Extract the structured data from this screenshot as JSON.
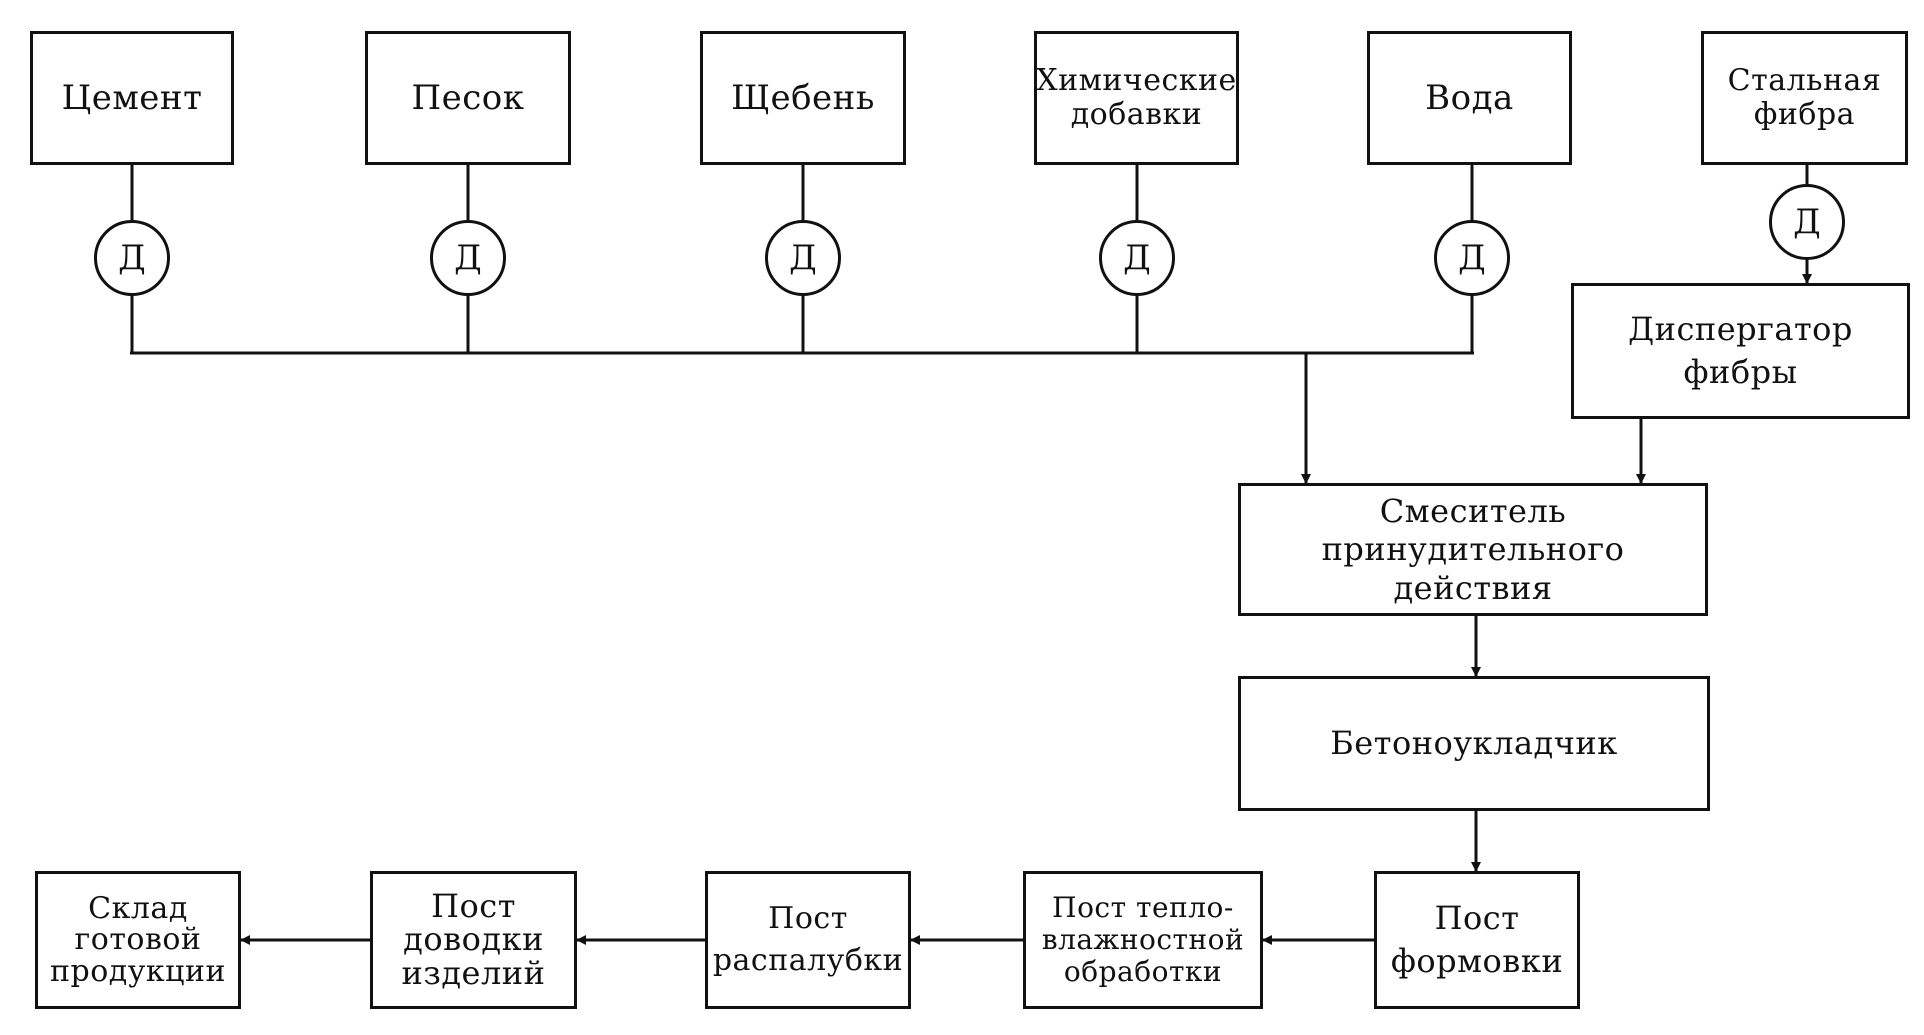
{
  "diagram": {
    "sources": [
      {
        "label": "Цемент",
        "dosing": "Д"
      },
      {
        "label": "Песок",
        "dosing": "Д"
      },
      {
        "label": "Щебень",
        "dosing": "Д"
      },
      {
        "label": "Химические\nдобавки",
        "dosing": "Д"
      },
      {
        "label": "Вода",
        "dosing": "Д"
      }
    ],
    "fiber": {
      "label": "Стальная\nфибра",
      "dosing": "Д"
    },
    "disperser": {
      "label": "Диспергатор\nфибры"
    },
    "mixer": {
      "label": "Смеситель\nпринудительного\nдействия"
    },
    "paver": {
      "label": "Бетоноукладчик"
    },
    "posts": [
      {
        "label": "Пост\nформовки"
      },
      {
        "label": "Пост тепло-\nвлажностной\nобработки"
      },
      {
        "label": "Пост\nраспалубки"
      },
      {
        "label": "Пост\nдоводки\nизделий"
      },
      {
        "label": "Склад\nготовой\nпродукции"
      }
    ]
  }
}
